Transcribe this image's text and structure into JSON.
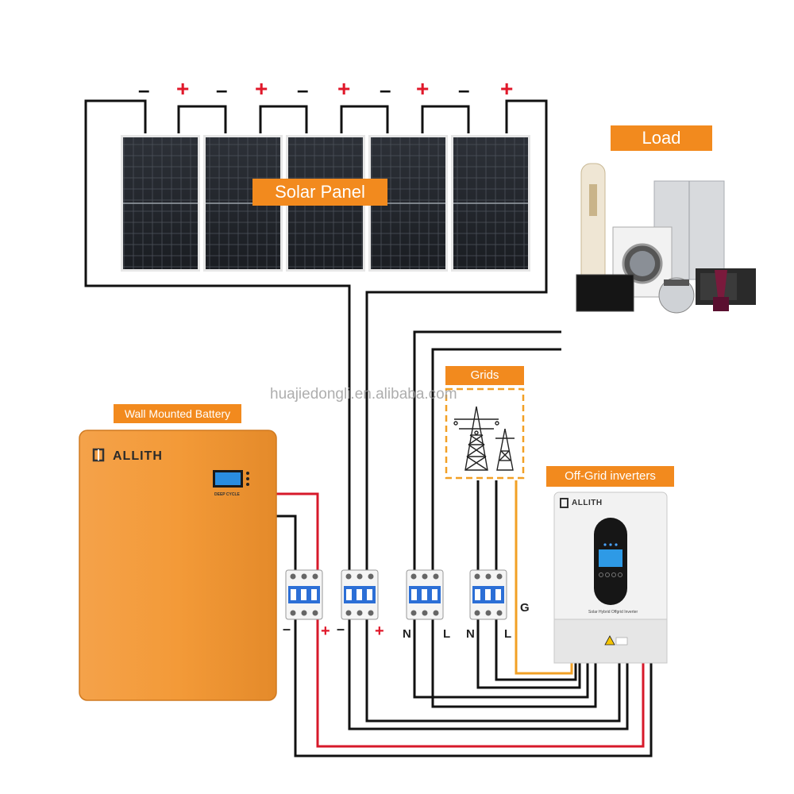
{
  "labels": {
    "solar_panel": "Solar Panel",
    "load": "Load",
    "grids": "Grids",
    "wall_battery": "Wall Mounted Battery",
    "inverter": "Off-Grid inverters"
  },
  "brand": {
    "name": "ALLITH"
  },
  "battery_text": {
    "cycle": "DEEP CYCLE"
  },
  "inverter_text": {
    "model": "Solar Hybrid Offgrid Inverter"
  },
  "watermark": "huajiedongli.en.alibaba.com",
  "terminals": {
    "minus": "–",
    "plus": "+",
    "n": "N",
    "l": "L",
    "g": "G"
  },
  "colors": {
    "accent": "#f28a1e",
    "wire_black": "#111111",
    "wire_red": "#d7192a",
    "wire_orange": "#f2a025",
    "battery": "#f29a35"
  }
}
